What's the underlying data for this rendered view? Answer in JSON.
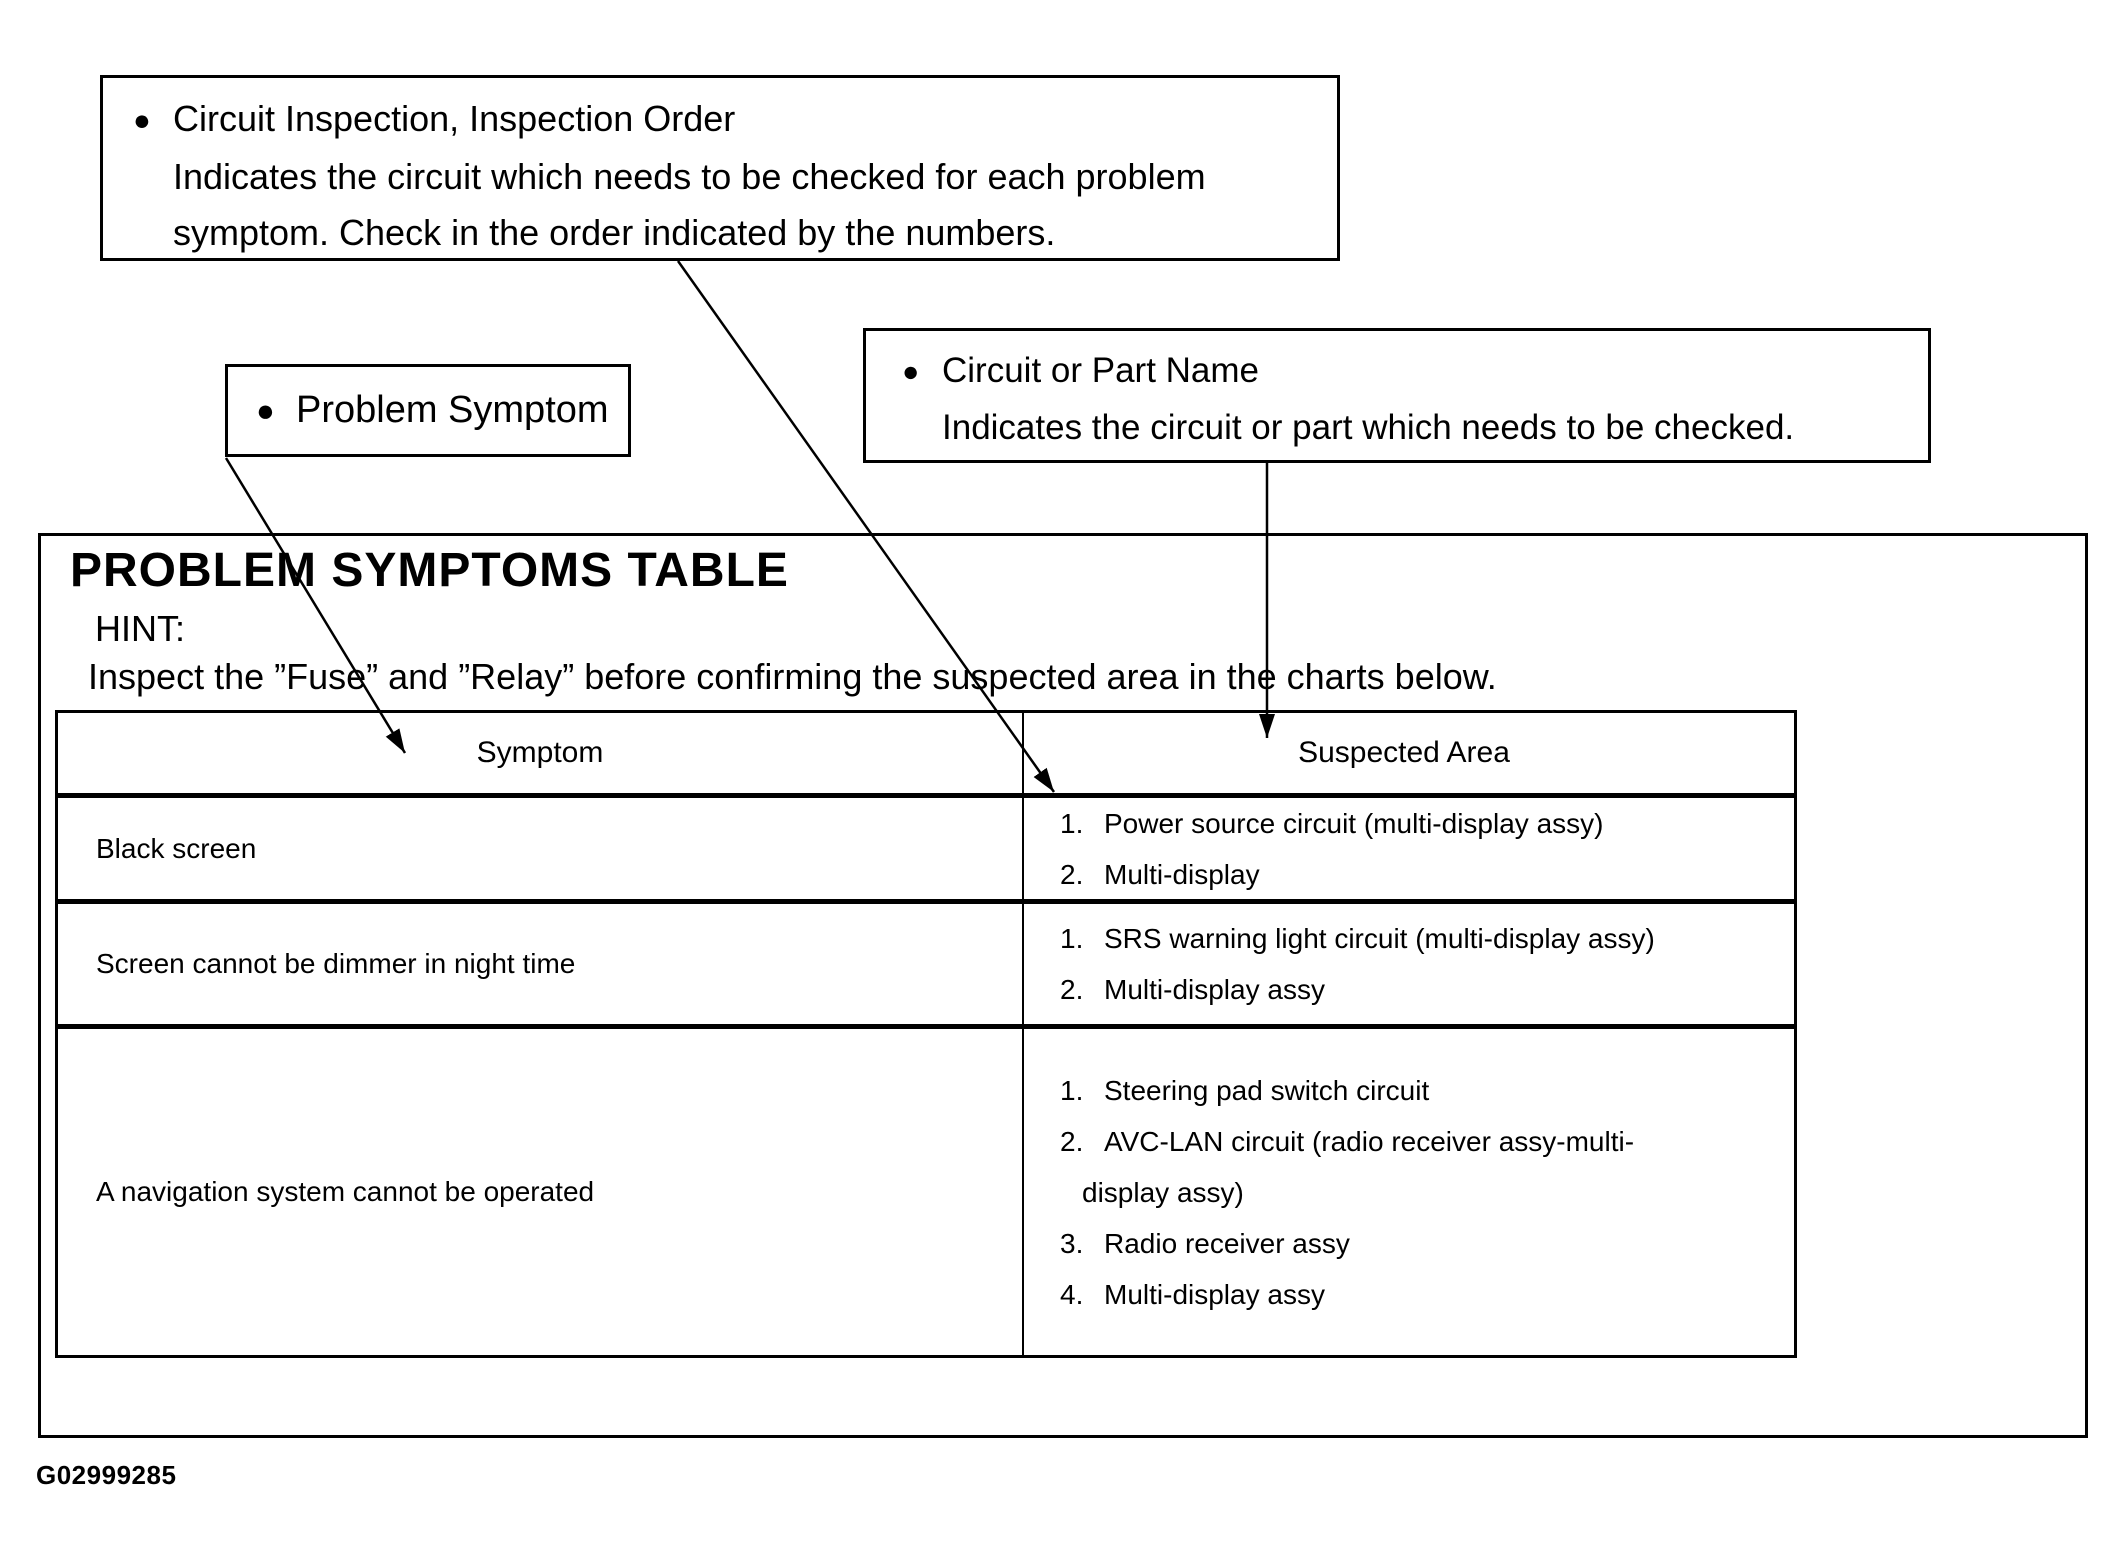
{
  "callouts": {
    "inspection_order": {
      "bullet": "●",
      "title": "Circuit Inspection, Inspection Order",
      "line1": "Indicates the circuit which needs to be checked for each problem",
      "line2": "symptom. Check in the order indicated by the numbers."
    },
    "problem_symptom": {
      "bullet": "●",
      "title": "Problem Symptom"
    },
    "circuit_or_part_name": {
      "bullet": "●",
      "title": "Circuit or Part Name",
      "line1": "Indicates the circuit or part which needs to be checked."
    }
  },
  "section": {
    "title": "PROBLEM SYMPTOMS TABLE",
    "hint_label": "HINT:",
    "hint_text": "Inspect the ”Fuse” and ”Relay” before confirming the suspected area in the charts below."
  },
  "table": {
    "columns": [
      "Symptom",
      "Suspected Area"
    ],
    "rows": [
      {
        "symptom": "Black screen",
        "suspected_areas": [
          {
            "num": "1.",
            "text": "Power source circuit (multi-display assy)"
          },
          {
            "num": "2.",
            "text": "Multi-display"
          }
        ]
      },
      {
        "symptom": "Screen cannot be dimmer in night time",
        "suspected_areas": [
          {
            "num": "1.",
            "text": "SRS warning light circuit (multi-display assy)"
          },
          {
            "num": "2.",
            "text": "Multi-display assy"
          }
        ]
      },
      {
        "symptom": "A navigation system cannot be operated",
        "suspected_areas": [
          {
            "num": "1.",
            "text": "Steering pad switch circuit"
          },
          {
            "num": "2.",
            "text": "AVC-LAN circuit (radio receiver assy-multi-",
            "text2": "display assy)"
          },
          {
            "num": "3.",
            "text": "Radio receiver assy"
          },
          {
            "num": "4.",
            "text": "Multi-display assy"
          }
        ]
      }
    ]
  },
  "figure_id": "G02999285",
  "colors": {
    "ink": "#000000",
    "paper": "#ffffff"
  }
}
